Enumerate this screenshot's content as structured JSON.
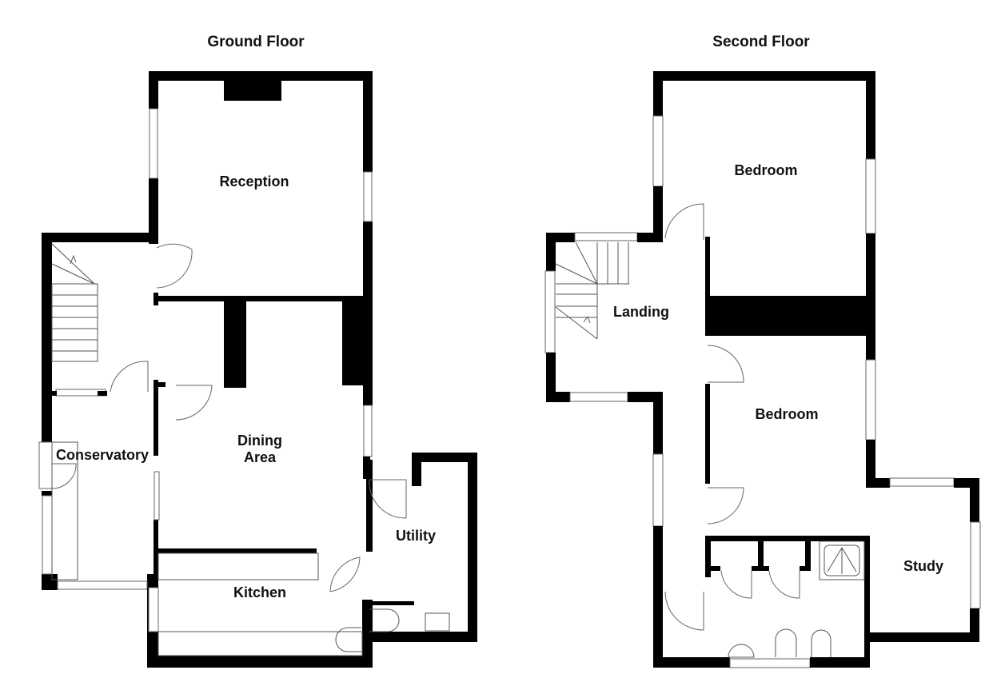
{
  "floors": [
    {
      "title": "Ground Floor",
      "rooms": [
        {
          "label": "Reception"
        },
        {
          "label": "Dining",
          "label2": "Area"
        },
        {
          "label": "Conservatory"
        },
        {
          "label": "Utility"
        },
        {
          "label": "Kitchen"
        }
      ]
    },
    {
      "title": "Second Floor",
      "rooms": [
        {
          "label": "Bedroom"
        },
        {
          "label": "Landing"
        },
        {
          "label": "Bedroom"
        },
        {
          "label": "Study"
        }
      ]
    }
  ],
  "colors": {
    "wall": "#000000",
    "background": "#ffffff",
    "fixture_line": "#666666"
  }
}
